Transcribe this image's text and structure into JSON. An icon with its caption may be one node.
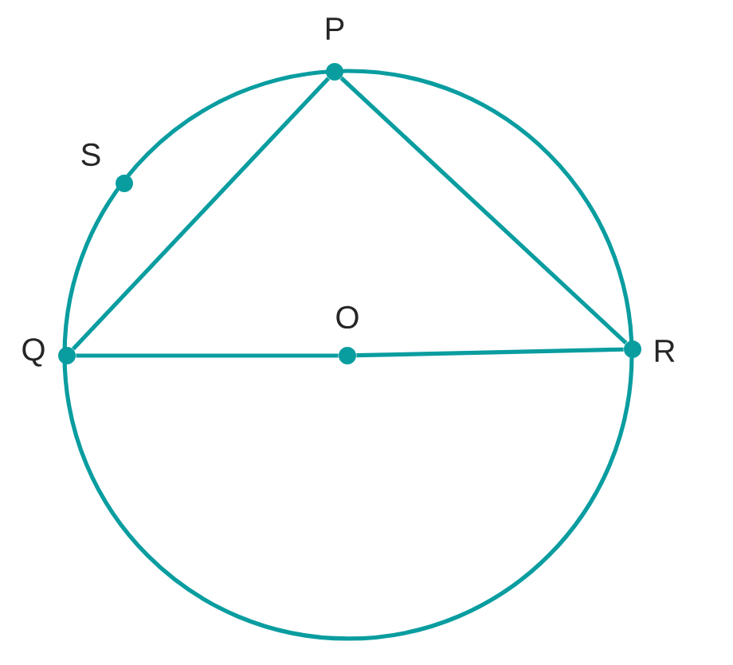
{
  "diagram": {
    "nodes": [
      {
        "text": [],
        "shape": "circle",
        "beside": [
          "P"
        ]
      },
      {
        "text": [],
        "shape": "circle",
        "beside": [
          "S"
        ]
      },
      {
        "text": [],
        "shape": "circle",
        "beside": [
          "Q"
        ]
      },
      {
        "text": [],
        "shape": "circle",
        "beside": [
          "O"
        ]
      },
      {
        "text": [],
        "shape": "circle",
        "beside": [
          "R"
        ]
      }
    ],
    "edges": [
      {
        "from": 0,
        "to": 2,
        "arrow": "none"
      },
      {
        "from": 0,
        "to": 4,
        "arrow": "none"
      },
      {
        "from": 2,
        "to": 3,
        "arrow": "none"
      },
      {
        "from": 3,
        "to": 4,
        "arrow": "none"
      }
    ]
  }
}
